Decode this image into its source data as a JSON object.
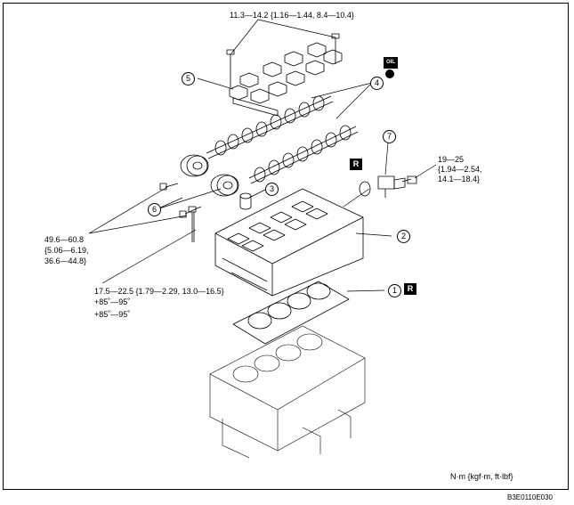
{
  "torque_specs": {
    "cap_bolts": "11.3—14.2 {1.16—1.44, 8.4—10.4}",
    "sprocket_bolts": [
      "49.6—60.8",
      "{5.06—6.19,",
      "36.6—44.8}"
    ],
    "sensor_bolt": [
      "19—25",
      "{1.94—2.54,",
      "14.1—18.4}"
    ],
    "head_bolts": "17.5—22.5 {1.79—2.29, 13.0—16.5}",
    "head_bolts_angle_1": "+85˚—95˚",
    "head_bolts_angle_2": "+85˚—95˚"
  },
  "callouts": {
    "c1": "1",
    "c2": "2",
    "c3": "3",
    "c4": "4",
    "c5": "5",
    "c6": "6",
    "c7": "7"
  },
  "markers": {
    "replace_1": "R",
    "replace_2": "R",
    "oil": "OIL"
  },
  "units_note": "N·m {kgf·m, ft·lbf}",
  "figure_code": "B3E0110E030",
  "colors": {
    "line": "#000000",
    "background": "#ffffff"
  }
}
